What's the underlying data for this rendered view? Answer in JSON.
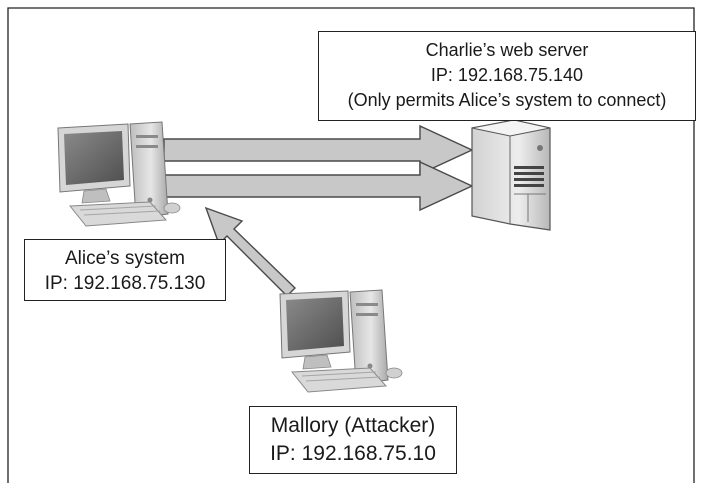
{
  "server": {
    "name": "Charlie’s web server",
    "ip": "IP: 192.168.75.140",
    "note": "(Only permits Alice’s system to connect)"
  },
  "alice": {
    "name": "Alice’s system",
    "ip": "IP: 192.168.75.130"
  },
  "mallory": {
    "name": "Mallory (Attacker)",
    "ip": "IP: 192.168.75.10"
  },
  "colors": {
    "arrow_fill": "#c8c8c8",
    "arrow_stroke": "#4a4a4a",
    "computer_body": "#c9c9c9",
    "screen": "#6d6d6d",
    "border": "#222222"
  },
  "icons": {
    "alice_computer": "desktop-computer-icon",
    "mallory_computer": "desktop-computer-icon",
    "server": "server-tower-icon"
  }
}
